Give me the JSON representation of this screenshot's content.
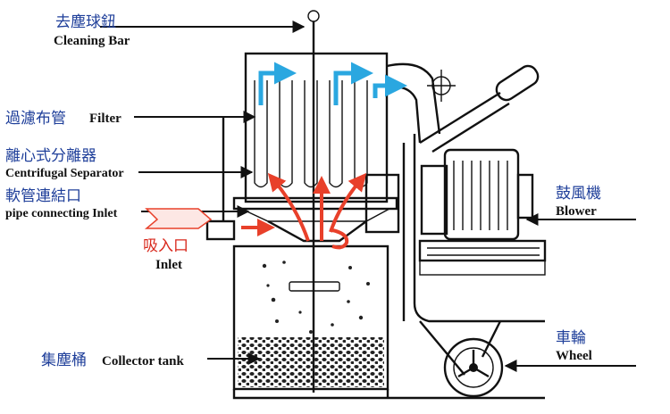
{
  "labels": {
    "cleaning_bar": {
      "zh": "去塵球鈕",
      "en": "Cleaning Bar"
    },
    "filter": {
      "zh": "過濾布管",
      "en": "Filter"
    },
    "separator": {
      "zh": "離心式分離器",
      "en": "Centrifugal Separator"
    },
    "pipe_inlet": {
      "zh": "軟管連結口",
      "en": "pipe connecting Inlet"
    },
    "inlet": {
      "zh": "吸入口",
      "en": "Inlet"
    },
    "blower": {
      "zh": "鼓風機",
      "en": "Blower"
    },
    "wheel": {
      "zh": "車輪",
      "en": "Wheel"
    },
    "collector": {
      "zh": "集塵桶",
      "en": "Collector tank"
    }
  },
  "colors": {
    "airflow_blue": "#2aa7e0",
    "airflow_red": "#e8402a",
    "chinese_text": "#1f3f9a",
    "inlet_text": "#d8281c"
  }
}
